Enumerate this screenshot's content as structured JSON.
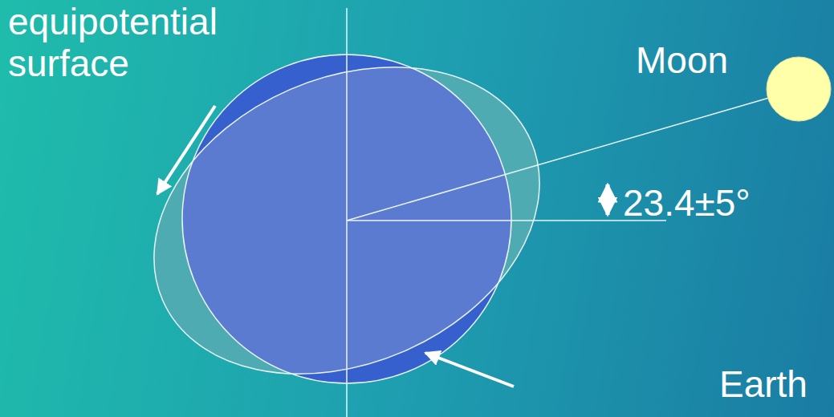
{
  "diagram": {
    "labels": [
      "equipotential surface",
      "Moon",
      "23.4±5°",
      "Earth"
    ]
  }
}
